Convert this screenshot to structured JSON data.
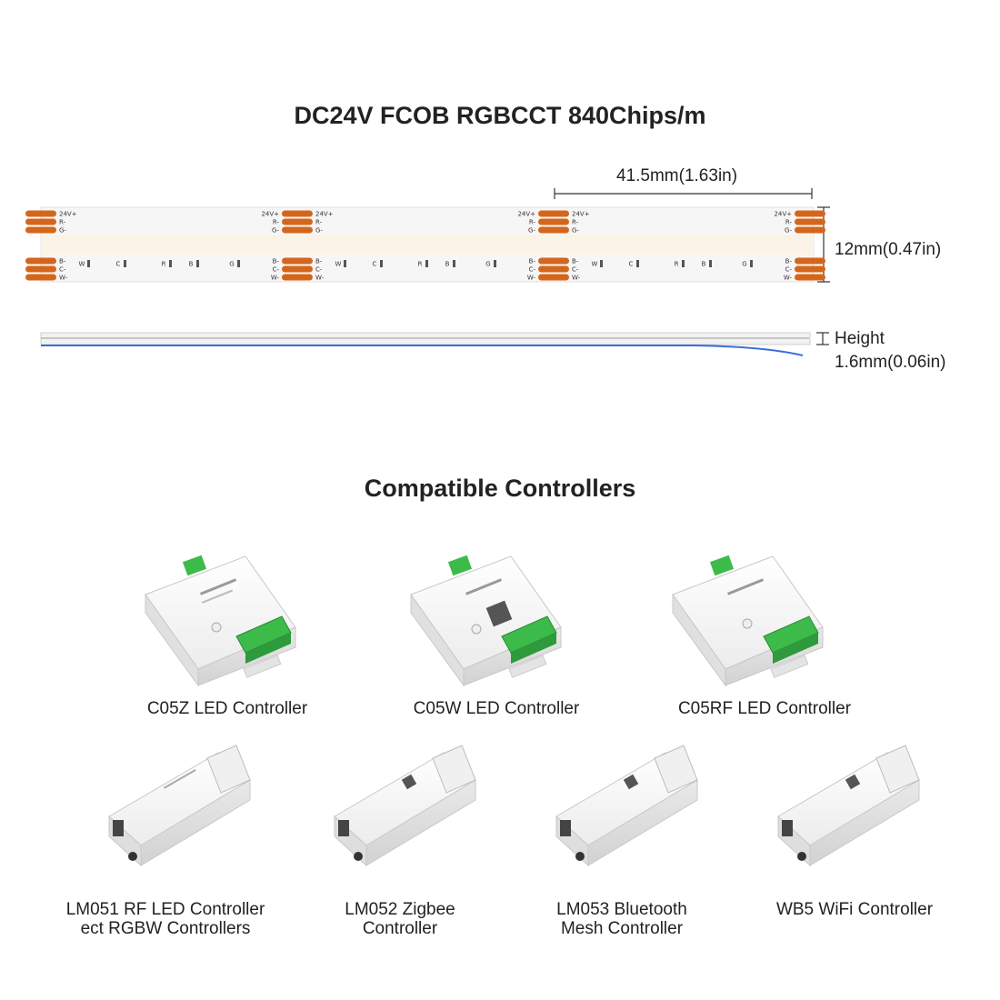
{
  "strip_title": "DC24V FCOB RGBCCT 840Chips/m",
  "dimensions": {
    "segment_length": "41.5mm(1.63in)",
    "width": "12mm(0.47in)",
    "height_line1": "Height",
    "height_line2": "1.6mm(0.06in)"
  },
  "pad_labels": {
    "top": [
      "24V+",
      "R-",
      "G-"
    ],
    "bottom": [
      "B-",
      "C-",
      "W-"
    ],
    "channels": [
      "W",
      "C",
      "R",
      "B",
      "G"
    ]
  },
  "controllers_title": "Compatible Controllers",
  "controllers_row1": [
    {
      "name": "C05Z LED Controller"
    },
    {
      "name": "C05W LED Controller"
    },
    {
      "name": "C05RF LED Controller"
    }
  ],
  "controllers_row2": [
    {
      "line1": "LM051 RF LED Controller",
      "line2": "ect RGBW Controllers"
    },
    {
      "line1": "LM052 Zigbee",
      "line2": "Controller"
    },
    {
      "line1": "LM053 Bluetooth",
      "line2": "Mesh Controller"
    },
    {
      "line1": "WB5 WiFi Controller",
      "line2": ""
    }
  ],
  "colors": {
    "pad": "#d4661c",
    "strip": "#f4f4f4",
    "connector_green": "#3dbb4a",
    "side_blue": "#3a6fd6"
  }
}
